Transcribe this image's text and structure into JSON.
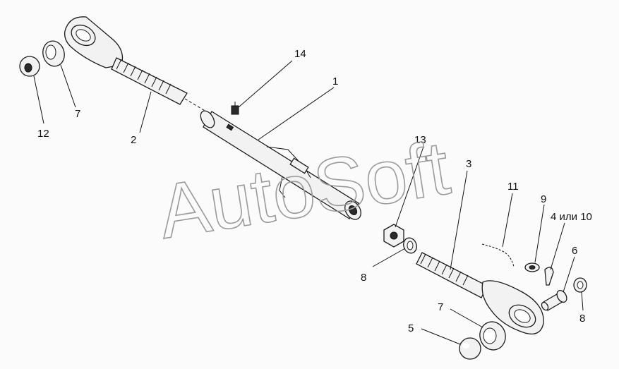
{
  "watermark": "AutoSoft",
  "callouts": [
    "14",
    "1",
    "2",
    "7",
    "12",
    "13",
    "3",
    "11",
    "9",
    "4 или 10",
    "6",
    "8",
    "8",
    "7",
    "5"
  ],
  "colors": {
    "line": "#111111",
    "part_fill": "#f2f2f2",
    "watermark": "#9a9a9a"
  }
}
